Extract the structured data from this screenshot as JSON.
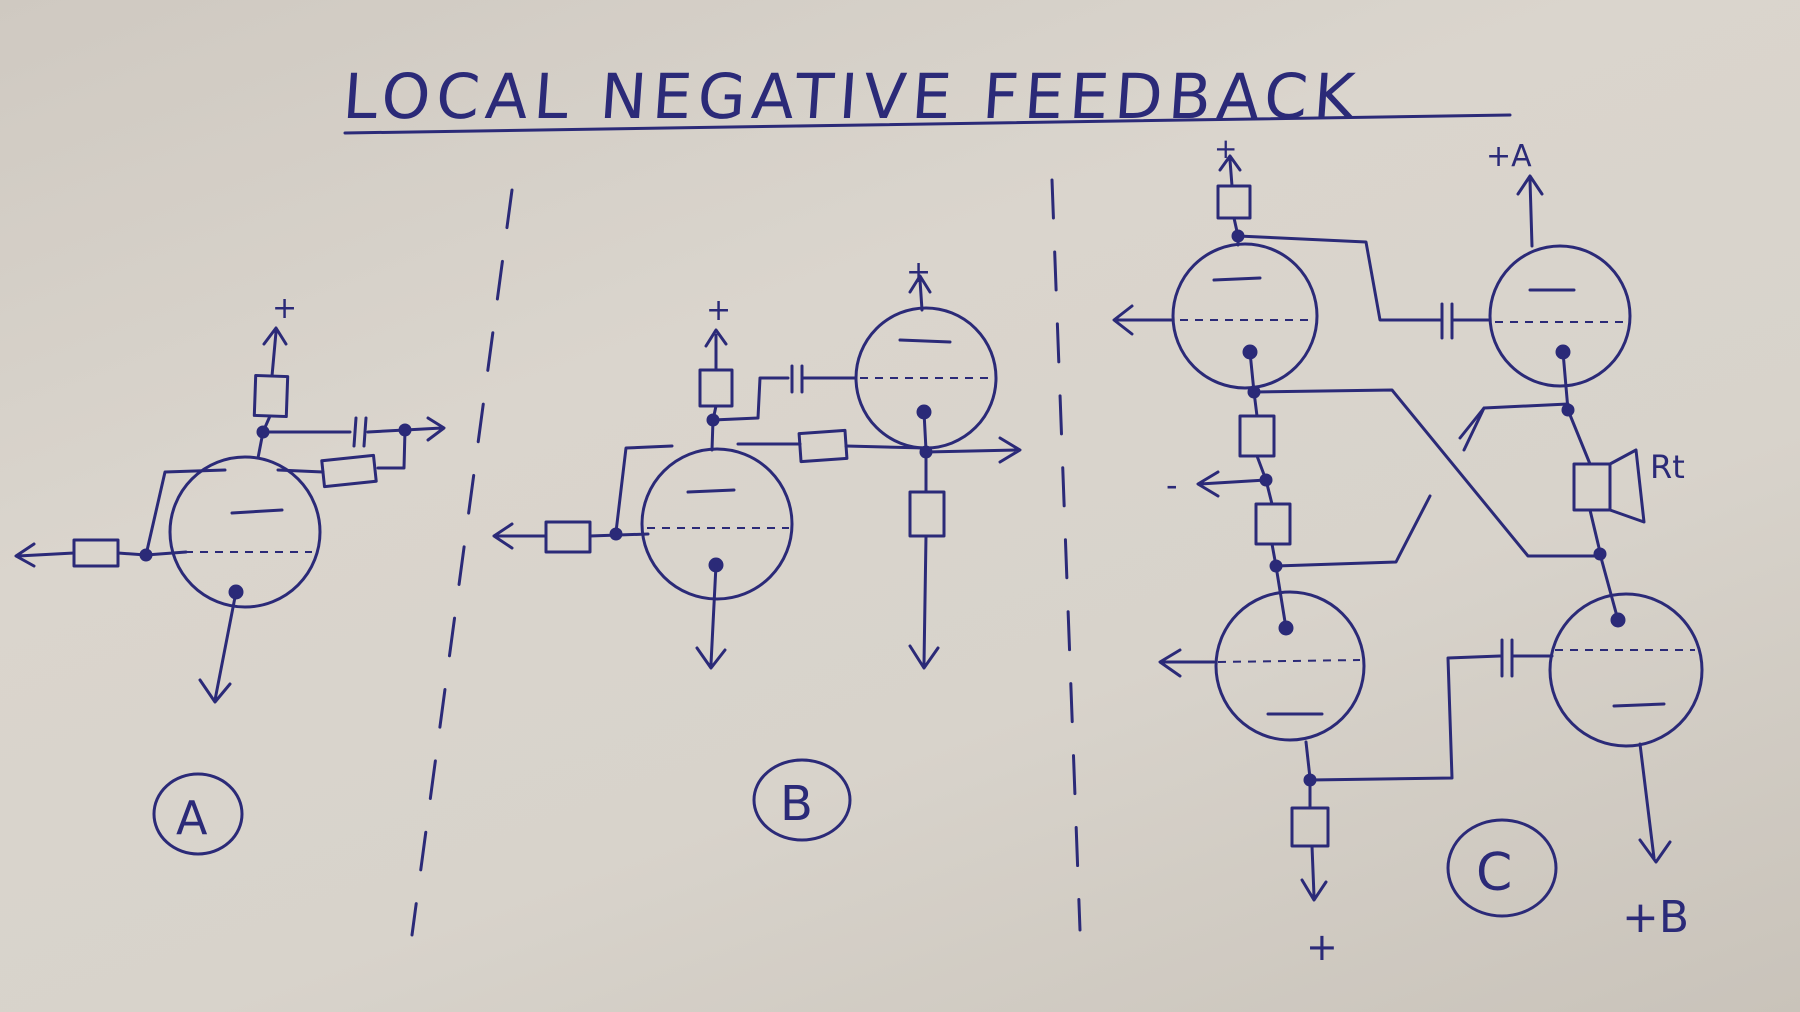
{
  "title": "LOCAL NEGATIVE FEEDBACK",
  "labels": {
    "a": "A",
    "b": "B",
    "c": "C",
    "plus": "+",
    "minus": "-",
    "plus_a": "+A",
    "plus_b": "+B",
    "rt": "Rt"
  },
  "colors": {
    "ink": "#2b2a78",
    "paper": "#d4cfc7"
  }
}
